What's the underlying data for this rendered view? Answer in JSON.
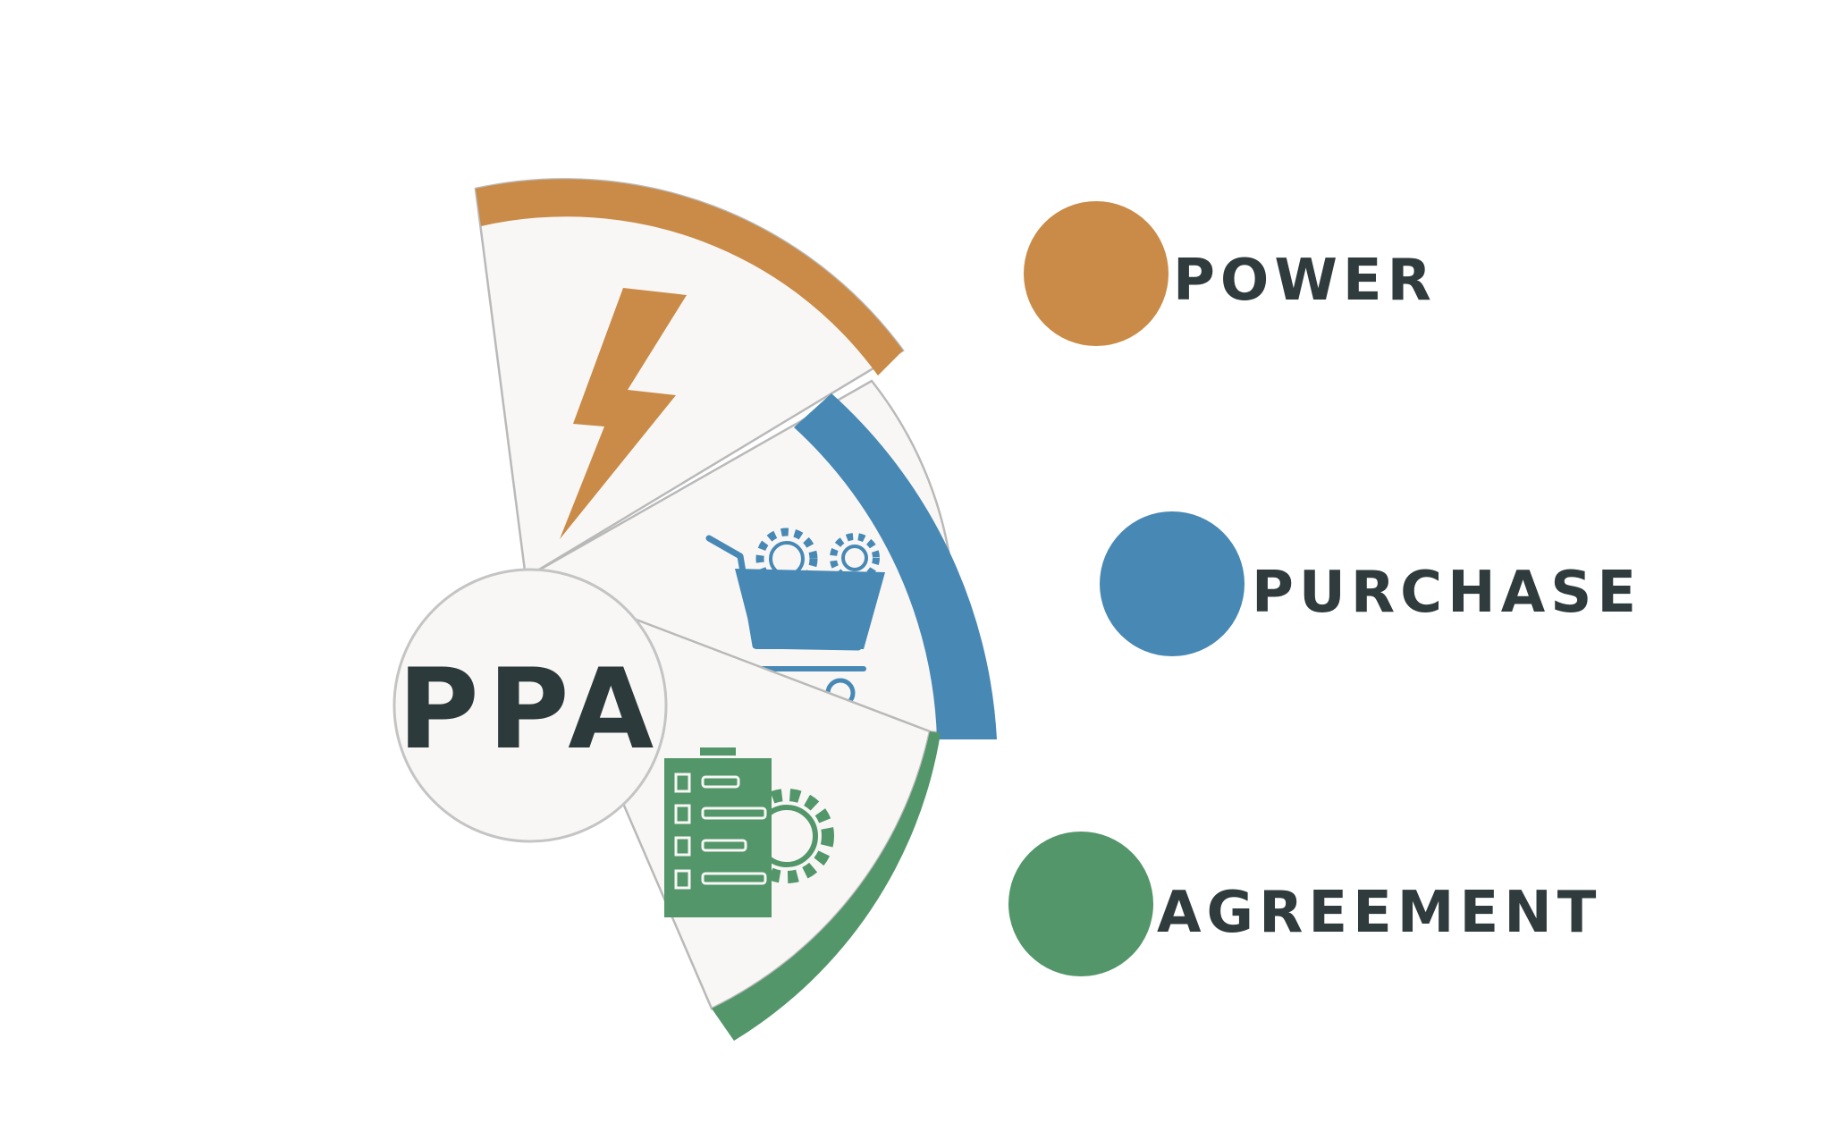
{
  "center": {
    "acronym": "PPA",
    "fill": "#f8f7f5",
    "stroke": "#c4c4c4"
  },
  "colors": {
    "power": "#c98b47",
    "purchase": "#4788b4",
    "agreement": "#53966a",
    "sector_fill": "#f8f7f5",
    "divider": "#b9b9b9",
    "text": "#2f3b3c"
  },
  "icons": {
    "power": "lightning-bolt-icon",
    "purchase": "shopping-cart-gears-icon",
    "agreement": "clipboard-checklist-gear-icon"
  },
  "legend": [
    {
      "key": "power",
      "label": "POWER"
    },
    {
      "key": "purchase",
      "label": "PURCHASE"
    },
    {
      "key": "agreement",
      "label": "AGREEMENT"
    }
  ]
}
